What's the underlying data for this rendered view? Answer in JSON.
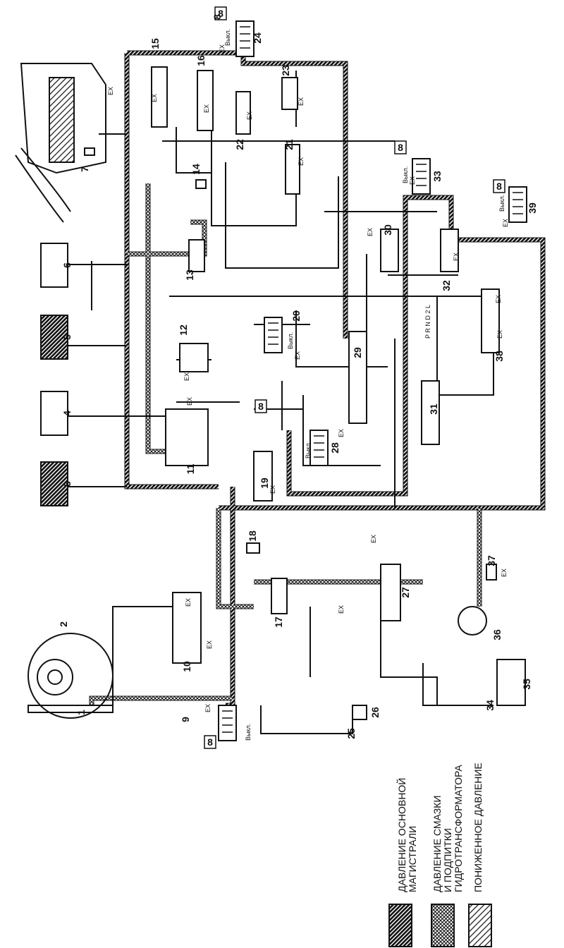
{
  "legend": [
    {
      "lines": [
        "ДАВЛЕНИЕ ОСНОВНОЙ",
        "МАГИСТРАЛИ"
      ],
      "pattern": "dense-hatch"
    },
    {
      "lines": [
        "ДАВЛЕНИЕ СМАЗКИ",
        "И ПОДПИТКИ",
        "ГИДРОТРАНСФОРМАТОРА"
      ],
      "pattern": "crosshatch"
    },
    {
      "lines": [
        "ПОНИЖЕННОЕ ДАВЛЕНИЕ"
      ],
      "pattern": "light-hatch"
    }
  ],
  "component_numbers": [
    "1",
    "2",
    "3",
    "4",
    "5",
    "6",
    "7",
    "8",
    "9",
    "10",
    "11",
    "12",
    "13",
    "14",
    "15",
    "16",
    "17",
    "18",
    "19",
    "20",
    "21",
    "22",
    "23",
    "24",
    "25",
    "26",
    "27",
    "28",
    "29",
    "30",
    "31",
    "32",
    "33",
    "34",
    "35",
    "36",
    "37",
    "38",
    "39"
  ],
  "solenoid_supply_label": "8",
  "solenoid_state_label": "Выкл.",
  "exhaust_label": "EX",
  "selector_positions": "P R N D 2 L",
  "colors": {
    "ink": "#111111",
    "paper": "#ffffff"
  }
}
